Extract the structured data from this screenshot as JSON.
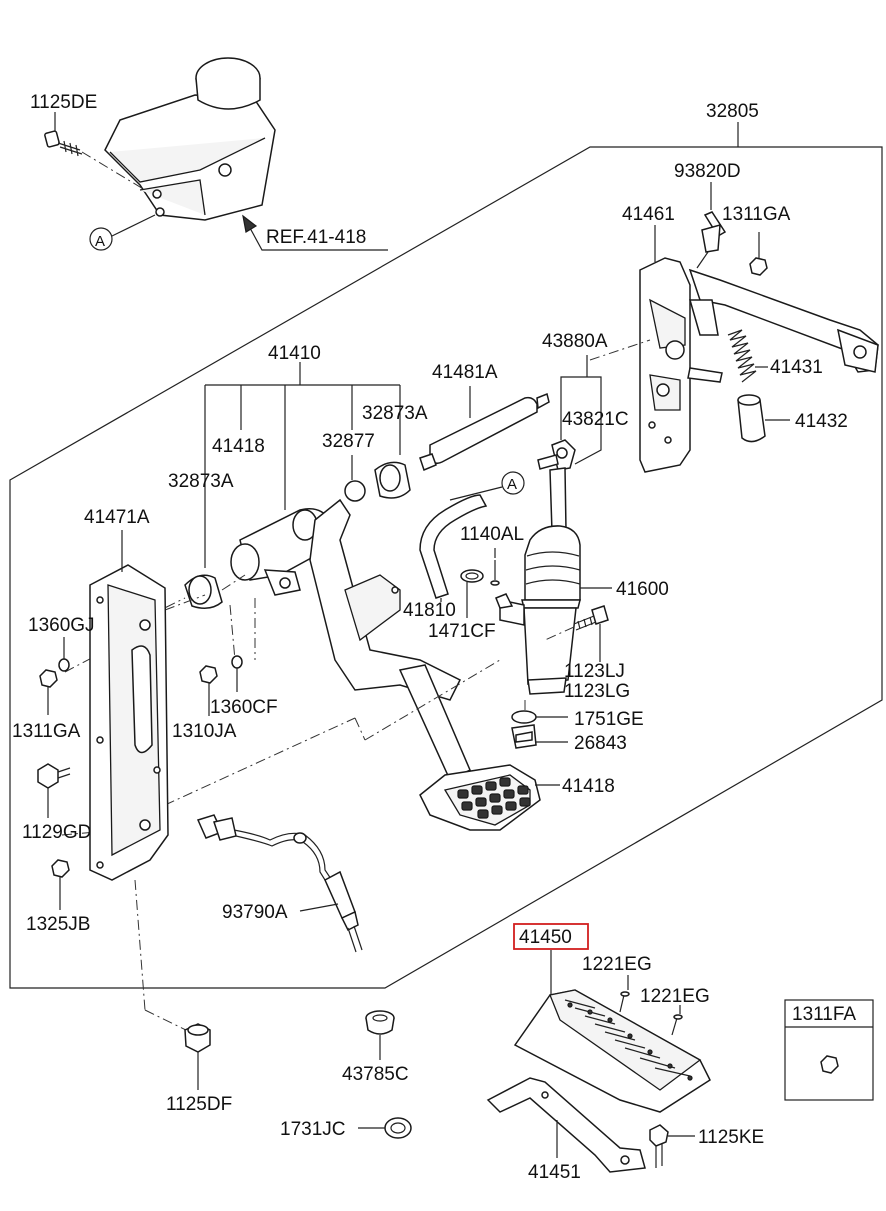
{
  "labels": {
    "p1125DE": "1125DE",
    "p32805": "32805",
    "p93820D": "93820D",
    "p41461": "41461",
    "p1311GA_top": "1311GA",
    "refA_top": "A",
    "ref41418": "REF.41-418",
    "p41410": "41410",
    "p41481A": "41481A",
    "p43880A": "43880A",
    "p41431": "41431",
    "p32873A_top": "32873A",
    "p41418_top": "41418",
    "p32877": "32877",
    "p43821C": "43821C",
    "p41432": "41432",
    "p32873A_left": "32873A",
    "refA_mid": "A",
    "p41471A": "41471A",
    "p1140AL": "1140AL",
    "p41600": "41600",
    "p1360GJ": "1360GJ",
    "p41810": "41810",
    "p1471CF": "1471CF",
    "p1123LJ": "1123LJ",
    "p1123LG": "1123LG",
    "p1360CF": "1360CF",
    "p1311GA_left": "1311GA",
    "p1310JA": "1310JA",
    "p1751GE": "1751GE",
    "p26843": "26843",
    "p41418_bottom": "41418",
    "p1129GD": "1129GD",
    "p93790A": "93790A",
    "p1325JB": "1325JB",
    "p41450": "41450",
    "p1221EG_a": "1221EG",
    "p1221EG_b": "1221EG",
    "p1311FA": "1311FA",
    "p43785C": "43785C",
    "p1125DF": "1125DF",
    "p1731JC": "1731JC",
    "p1125KE": "1125KE",
    "p41451": "41451"
  },
  "colors": {
    "line": "#222222",
    "highlight": "#d21f1f",
    "background": "#ffffff"
  }
}
